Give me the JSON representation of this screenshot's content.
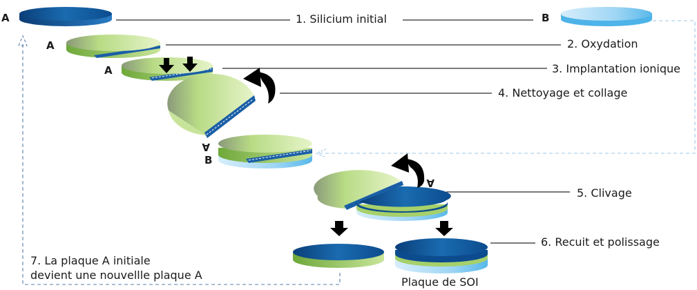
{
  "steps": [
    {
      "label": "1. Silicium initial"
    },
    {
      "label": "2. Oxydation"
    },
    {
      "label": "3. Implantation ionique"
    },
    {
      "label": "4. Nettoyage et collage"
    },
    {
      "label": "5. Clivage"
    },
    {
      "label": "6. Recuit et polissage"
    }
  ],
  "step7": {
    "line1": "7. La plaque A initiale",
    "line2": "devient une nouvellle plaque A"
  },
  "wafer_labels": {
    "a": "A",
    "b": "B",
    "a_flipped": "A"
  },
  "result_label": "Plaque de SOI",
  "colors": {
    "silicon_a": "#0f4f8f",
    "silicon_b": "#8fd0f2",
    "oxide_green": "#a6d06a",
    "arrow": "#000000"
  }
}
